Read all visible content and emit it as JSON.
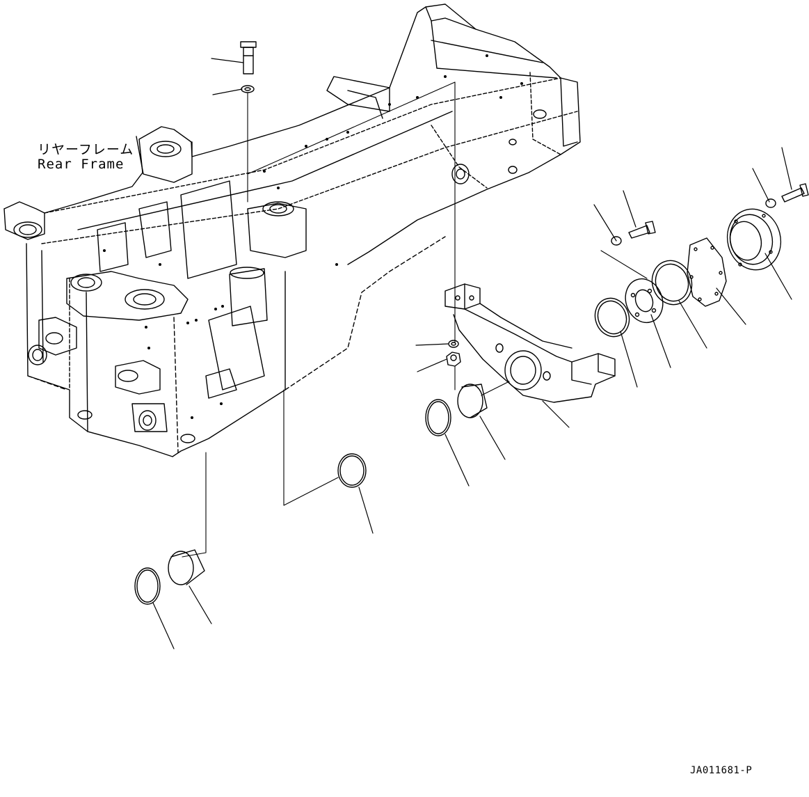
{
  "labels": {
    "rear_frame_jp": "リヤーフレーム",
    "rear_frame_en": "Rear Frame"
  },
  "drawing_code": "JA011681-P",
  "colors": {
    "line": "#000000",
    "background": "#ffffff"
  }
}
